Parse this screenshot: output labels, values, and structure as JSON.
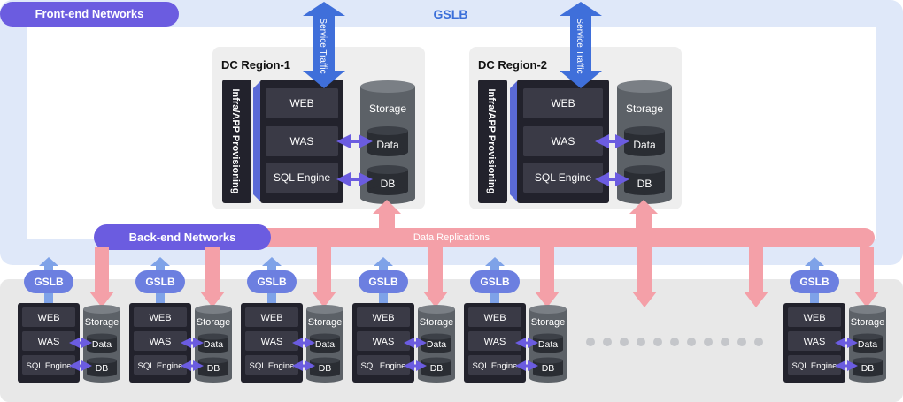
{
  "front_end": {
    "label": "Front-end Networks"
  },
  "gslb_top": {
    "label": "GSLB"
  },
  "service_traffic": "Service Traffic",
  "regions": [
    {
      "title": "DC Region-1",
      "provisioning": "Infra/APP Provisioning",
      "tiers": [
        "WEB",
        "WAS",
        "SQL Engine"
      ],
      "storage": "Storage",
      "data": "Data",
      "db": "DB"
    },
    {
      "title": "DC Region-2",
      "provisioning": "Infra/APP Provisioning",
      "tiers": [
        "WEB",
        "WAS",
        "SQL Engine"
      ],
      "storage": "Storage",
      "data": "Data",
      "db": "DB"
    }
  ],
  "back_end": {
    "label": "Back-end Networks"
  },
  "data_replications": "Data Replications",
  "edge_nodes": [
    {
      "gslb": "GSLB",
      "tiers": [
        "WEB",
        "WAS",
        "SQL Engine"
      ],
      "storage": "Storage",
      "data": "Data",
      "db": "DB"
    },
    {
      "gslb": "GSLB",
      "tiers": [
        "WEB",
        "WAS",
        "SQL Engine"
      ],
      "storage": "Storage",
      "data": "Data",
      "db": "DB"
    },
    {
      "gslb": "GSLB",
      "tiers": [
        "WEB",
        "WAS",
        "SQL Engine"
      ],
      "storage": "Storage",
      "data": "Data",
      "db": "DB"
    },
    {
      "gslb": "GSLB",
      "tiers": [
        "WEB",
        "WAS",
        "SQL Engine"
      ],
      "storage": "Storage",
      "data": "Data",
      "db": "DB"
    },
    {
      "gslb": "GSLB",
      "tiers": [
        "WEB",
        "WAS",
        "SQL Engine"
      ],
      "storage": "Storage",
      "data": "Data",
      "db": "DB"
    },
    {
      "gslb": "GSLB",
      "tiers": [
        "WEB",
        "WAS",
        "SQL Engine"
      ],
      "storage": "Storage",
      "data": "Data",
      "db": "DB"
    }
  ],
  "colors": {
    "front_bg": "#dfe8f9",
    "bottom_bg": "#e8e8e8",
    "region_bg": "#eeeeee",
    "dark_panel": "#22222c",
    "tier_box": "#3a3a46",
    "storage_cyl": "#5c6167",
    "cyl_dark": "#2a2d33",
    "purple": "#6b5ce0",
    "pink": "#f4a0a8",
    "blue_arrow": "#3f6fda",
    "gslb_pill": "#6c7fe0",
    "light_blue_arrow": "#7ea2e8"
  }
}
